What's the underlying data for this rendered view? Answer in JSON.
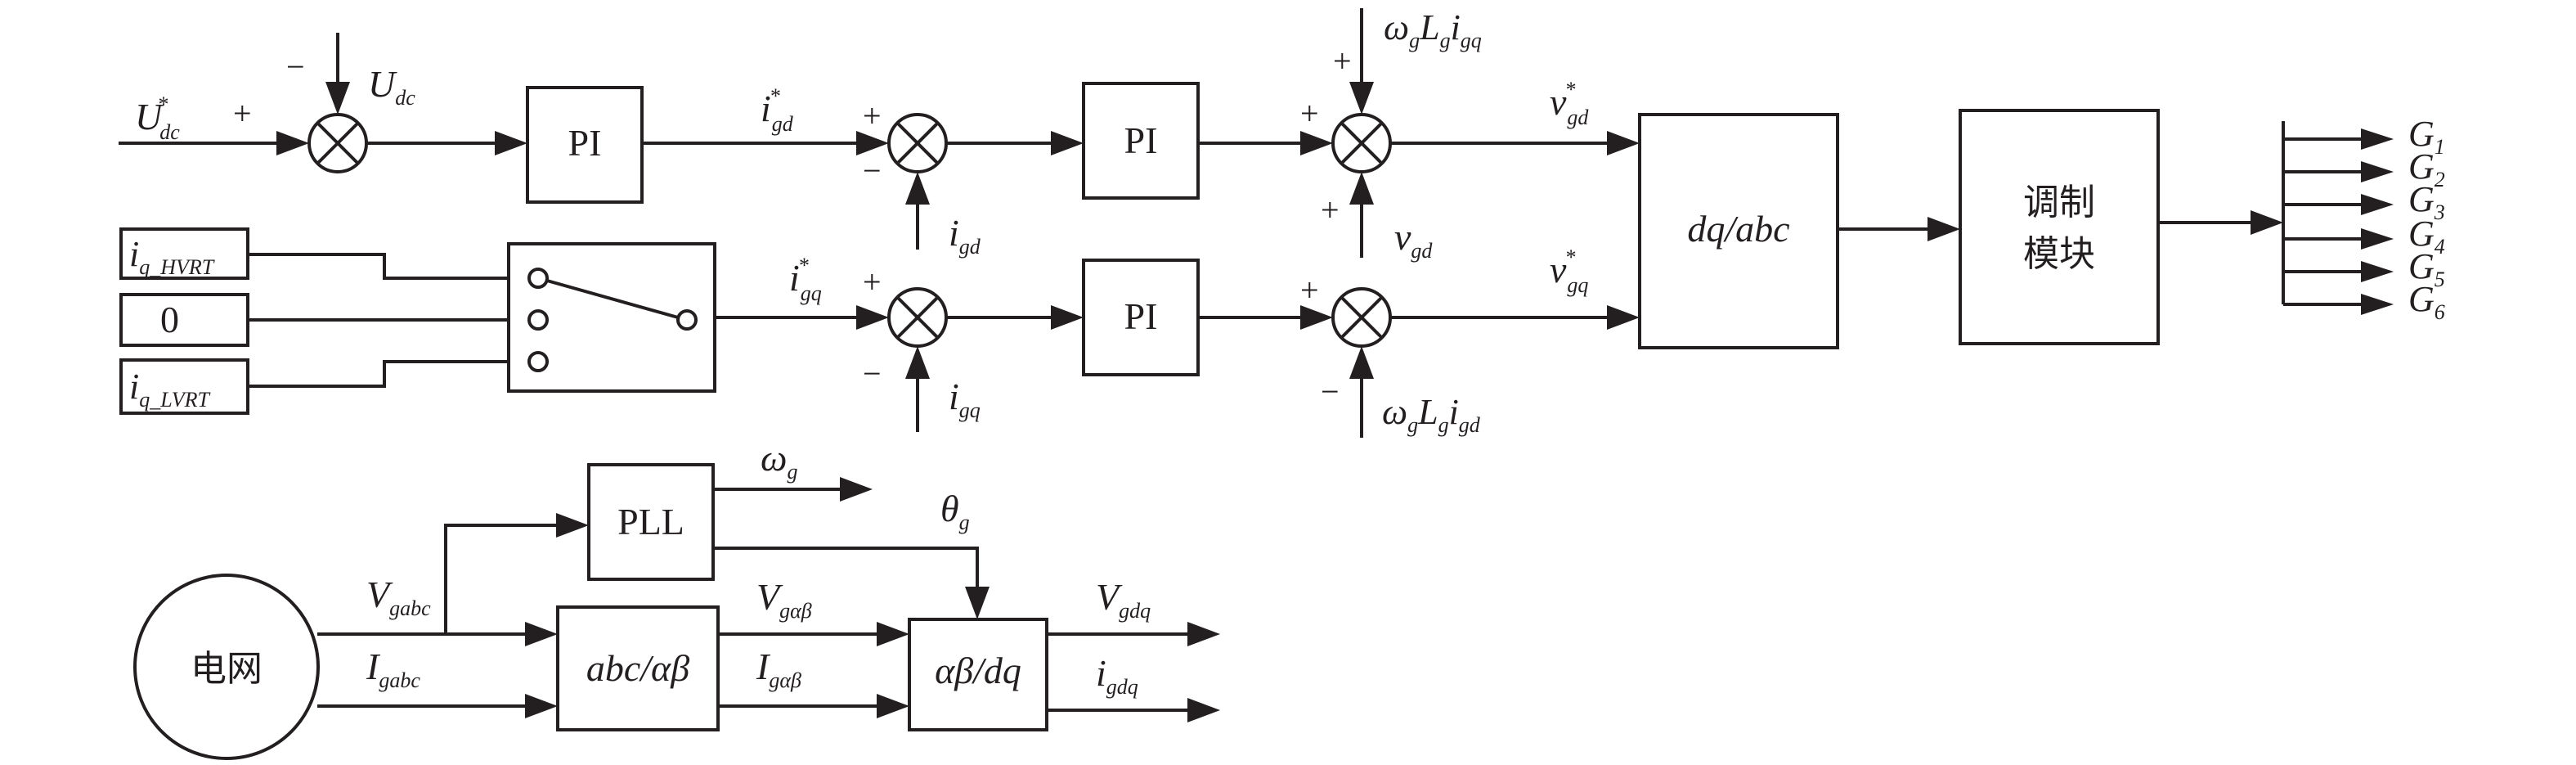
{
  "blocks": {
    "pi_udc": "PI",
    "pi_id": "PI",
    "pi_iq": "PI",
    "dqabc": "dq/abc",
    "mod_line1": "调制",
    "mod_line2": "模块",
    "pll": "PLL",
    "abc_ab": "abc/αβ",
    "ab_dq": "αβ/dq",
    "grid": "电网",
    "zero": "0"
  },
  "signals": {
    "udc_ref": {
      "main": "U",
      "sup": "*",
      "sub": "dc"
    },
    "udc": {
      "main": "U",
      "sub": "dc"
    },
    "igd_ref": {
      "main": "i",
      "sup": "*",
      "sub": "gd"
    },
    "igd": {
      "main": "i",
      "sub": "gd"
    },
    "igq_ref": {
      "main": "i",
      "sup": "*",
      "sub": "gq"
    },
    "igq": {
      "main": "i",
      "sub": "gq"
    },
    "vgd_ref": {
      "main": "v",
      "sup": "*",
      "sub": "gd"
    },
    "vgq_ref": {
      "main": "v",
      "sup": "*",
      "sub": "gq"
    },
    "vgd": {
      "main": "v",
      "sub": "gd"
    },
    "ff_top": "ωgLgigq",
    "ff_bot": "ωgLgigd",
    "iq_hvrt": {
      "main": "i",
      "sub": "q_HVRT"
    },
    "iq_lvrt": {
      "main": "i",
      "sub": "q_LVRT"
    },
    "omega_g": {
      "main": "ω",
      "sub": "g"
    },
    "theta_g": {
      "main": "θ",
      "sub": "g"
    },
    "vgabc": {
      "main": "V",
      "sub": "gabc"
    },
    "igabc": {
      "main": "I",
      "sub": "gabc"
    },
    "vgab": {
      "main": "V",
      "sub": "gαβ"
    },
    "igab": {
      "main": "I",
      "sub": "gαβ"
    },
    "vgdq": {
      "main": "V",
      "sub": "gdq"
    },
    "igdq": {
      "main": "i",
      "sub": "gdq"
    }
  },
  "outputs": [
    {
      "main": "G",
      "sub": "1"
    },
    {
      "main": "G",
      "sub": "2"
    },
    {
      "main": "G",
      "sub": "3"
    },
    {
      "main": "G",
      "sub": "4"
    },
    {
      "main": "G",
      "sub": "5"
    },
    {
      "main": "G",
      "sub": "6"
    }
  ],
  "signs": {
    "plus": "+",
    "minus": "−"
  }
}
